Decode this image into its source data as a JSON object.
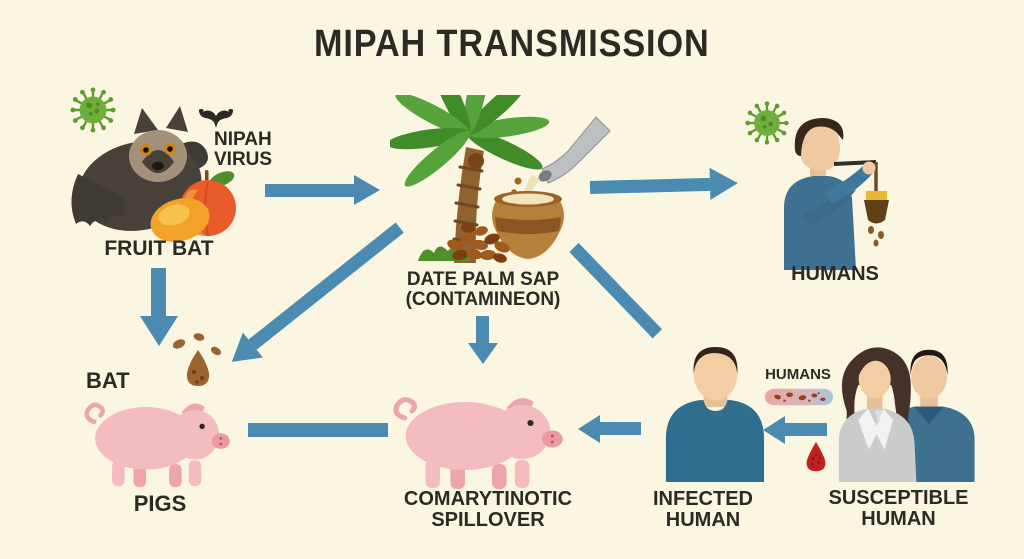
{
  "title": "MIPAH TRANSMISSION",
  "colors": {
    "background": "#faf6e1",
    "arrow_blue": "#4b8ab1",
    "text_dark": "#2b2a24",
    "virus_green": "#6fae3c",
    "pig_pink": "#f4bcc0",
    "blood_red": "#c02020",
    "shirt_blue": "#3e7191"
  },
  "nodes": {
    "fruit_bat": {
      "label": "FRUIT BAT"
    },
    "nipah_virus": {
      "line1": "NIPAH",
      "line2": "VIRUS"
    },
    "date_palm_sap": {
      "line1": "DATE PALM SAP",
      "line2": "(CONTAMINEON)"
    },
    "humans": {
      "label": "HUMANS"
    },
    "bat": {
      "label": "BAT"
    },
    "pigs": {
      "label": "PIGS"
    },
    "spillover": {
      "line1": "COMARYTINOTIC",
      "line2": "SPILLOVER"
    },
    "infected_human": {
      "line1": "INFECTED",
      "line2": "HUMAN"
    },
    "humans_transfer": {
      "label": "HUMANS"
    },
    "susceptible_human": {
      "line1": "SUSCEPTIBLE",
      "line2": "HUMAN"
    }
  }
}
